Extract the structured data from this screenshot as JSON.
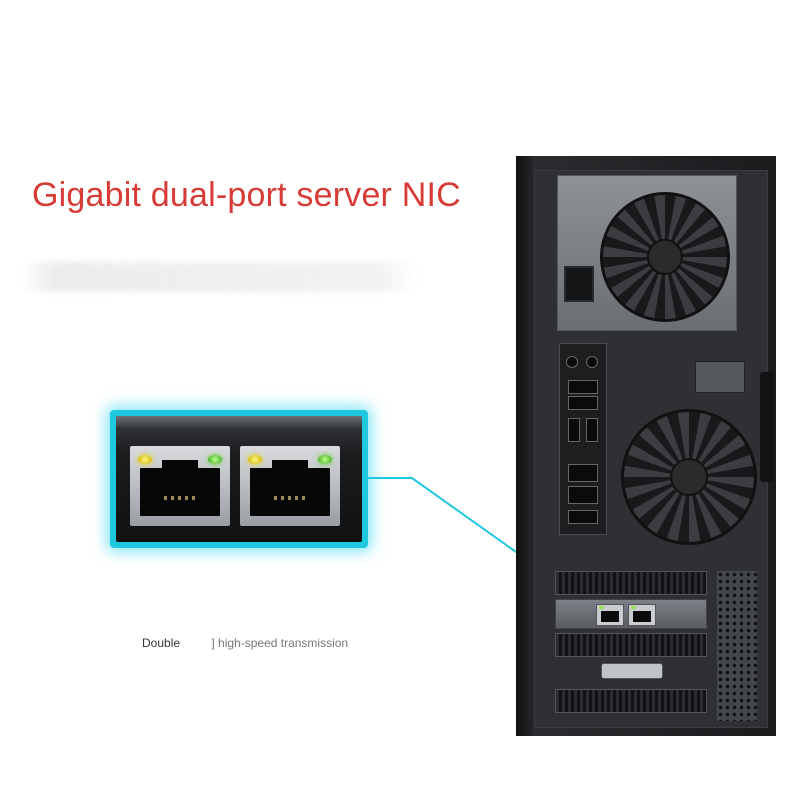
{
  "headline": "Gigabit dual-port server NIC",
  "caption": {
    "part1": "Double",
    "part2": "] high-speed transmission"
  },
  "colors": {
    "headline": "#d63b36",
    "callout": "#1ec8de"
  },
  "icons": {
    "port": "rj45-port-icon",
    "fan": "cooling-fan-icon"
  }
}
